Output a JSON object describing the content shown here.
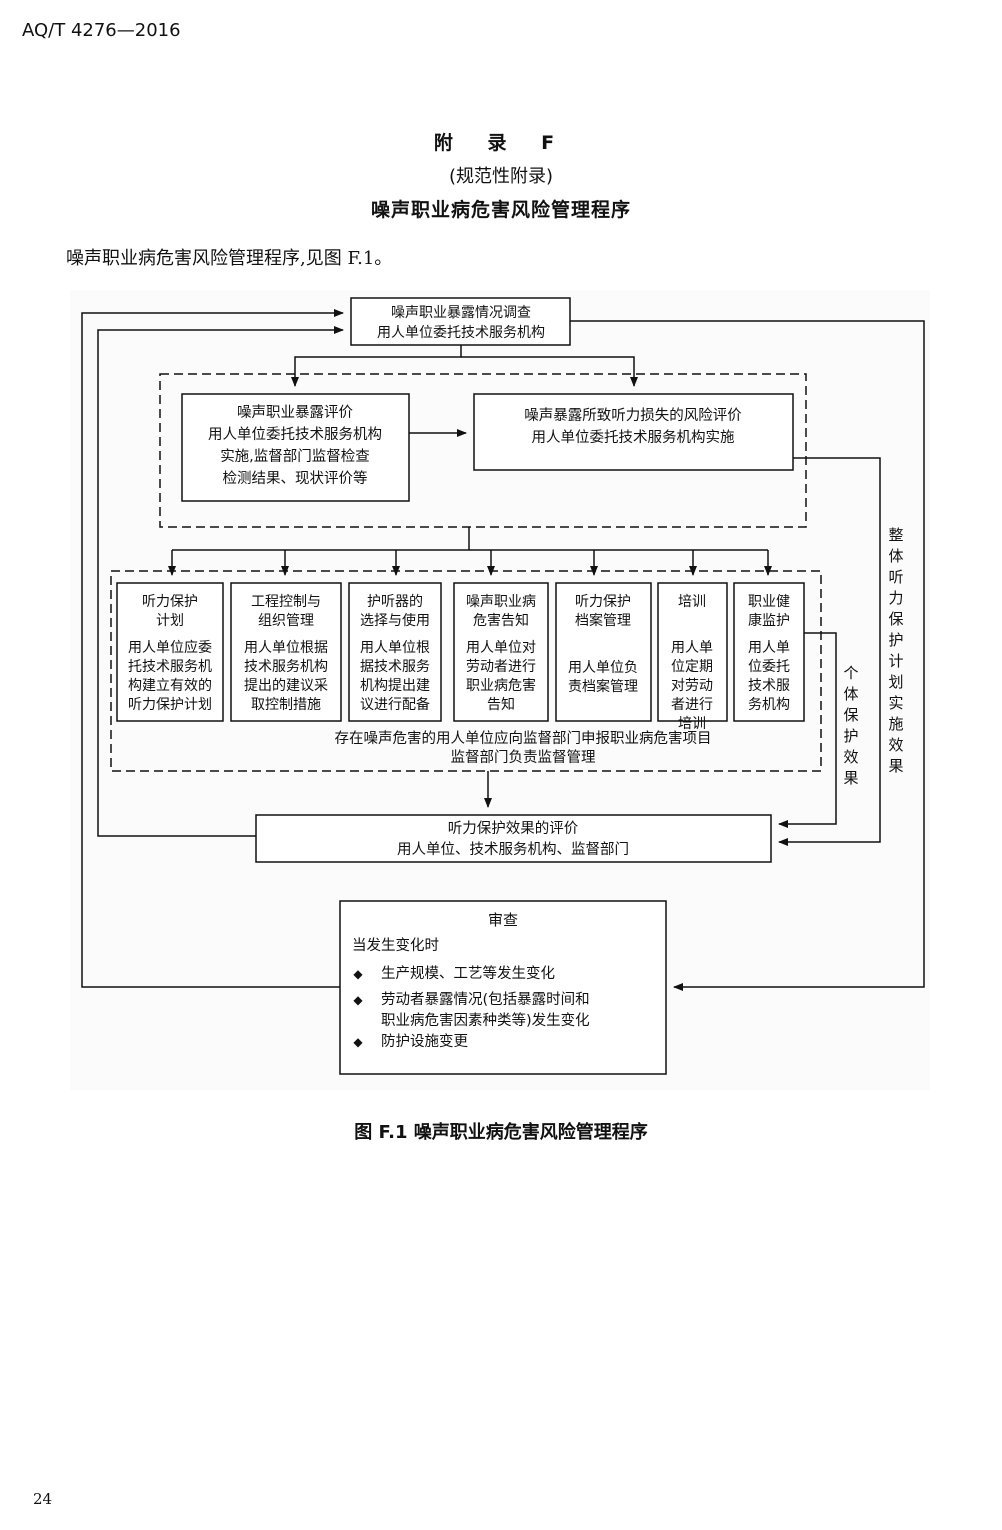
{
  "header": {
    "standard_code": "AQ/T 4276—2016"
  },
  "appendix": {
    "title": "附 录 F",
    "subtitle": "(规范性附录)",
    "heading": "噪声职业病危害风险管理程序"
  },
  "intro_text": "噪声职业病危害风险管理程序,见图 F.1。",
  "diagram": {
    "top_box": [
      "噪声职业暴露情况调查",
      "用人单位委托技术服务机构"
    ],
    "exposure_eval": [
      "噪声职业暴露评价",
      "用人单位委托技术服务机构",
      "实施,监督部门监督检查",
      "检测结果、现状评价等"
    ],
    "risk_eval": [
      "噪声暴露所致听力损失的风险评价",
      "用人单位委托技术服务机构实施"
    ],
    "program_boxes": [
      {
        "title": [
          "听力保护",
          "计划"
        ],
        "body": [
          "用人单位应委",
          "托技术服务机",
          "构建立有效的",
          "听力保护计划"
        ]
      },
      {
        "title": [
          "工程控制与",
          "组织管理"
        ],
        "body": [
          "用人单位根据",
          "技术服务机构",
          "提出的建议采",
          "取控制措施"
        ]
      },
      {
        "title": [
          "护听器的",
          "选择与使用"
        ],
        "body": [
          "用人单位根",
          "据技术服务",
          "机构提出建",
          "议进行配备"
        ]
      },
      {
        "title": [
          "噪声职业病",
          "危害告知"
        ],
        "body": [
          "用人单位对",
          "劳动者进行",
          "职业病危害",
          "告知"
        ]
      },
      {
        "title": [
          "听力保护",
          "档案管理"
        ],
        "body": [
          "用人单位负",
          "责档案管理"
        ]
      },
      {
        "title": [
          "培训"
        ],
        "body": [
          "用人单",
          "位定期",
          "对劳动",
          "者进行",
          "培训"
        ]
      },
      {
        "title": [
          "职业健",
          "康监护"
        ],
        "body": [
          "用人单",
          "位委托",
          "技术服",
          "务机构"
        ]
      }
    ],
    "declare_text": [
      "存在噪声危害的用人单位应向监督部门申报职业病危害项目",
      "监督部门负责监督管理"
    ],
    "individual_label": "个体保护效果",
    "overall_label": "整体听力保护计划实施效果",
    "effect_eval": [
      "听力保护效果的评价",
      "用人单位、技术服务机构、监督部门"
    ],
    "review": {
      "title": "审查",
      "condition": "当发生变化时",
      "bullet_symbol": "◆",
      "items": [
        [
          "生产规模、工艺等发生变化"
        ],
        [
          "劳动者暴露情况(包括暴露时间和",
          "职业病危害因素种类等)发生变化"
        ],
        [
          "防护设施变更"
        ]
      ]
    }
  },
  "caption": "图 F.1 噪声职业病危害风险管理程序",
  "page_number": "24"
}
